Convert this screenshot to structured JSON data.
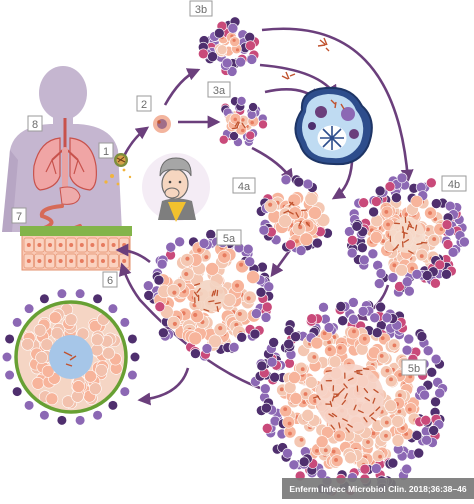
{
  "labels": {
    "l1": "1",
    "l2": "2",
    "l3a": "3a",
    "l3b": "3b",
    "l4a": "4a",
    "l4b": "4b",
    "l5a": "5a",
    "l5b": "5b",
    "l6": "6",
    "l7": "7",
    "l8": "8"
  },
  "citation": "Enferm Infecc Microbiol Clin. 2018;36:38–46",
  "colors": {
    "arrow": "#6b3f7c",
    "body": "#c5b6d0",
    "macrophage": "#f7b49b",
    "macrophage_core": "#e77b5f",
    "lymphocyte_purple": "#8c68b4",
    "lymphocyte_dark": "#4f2f6e",
    "bacilli": "#c0522e",
    "capsule": "#67a033",
    "caseum": "#a6c6e8",
    "label_box": "#7e7e7e",
    "citation_bg": "#7a7a7a"
  }
}
